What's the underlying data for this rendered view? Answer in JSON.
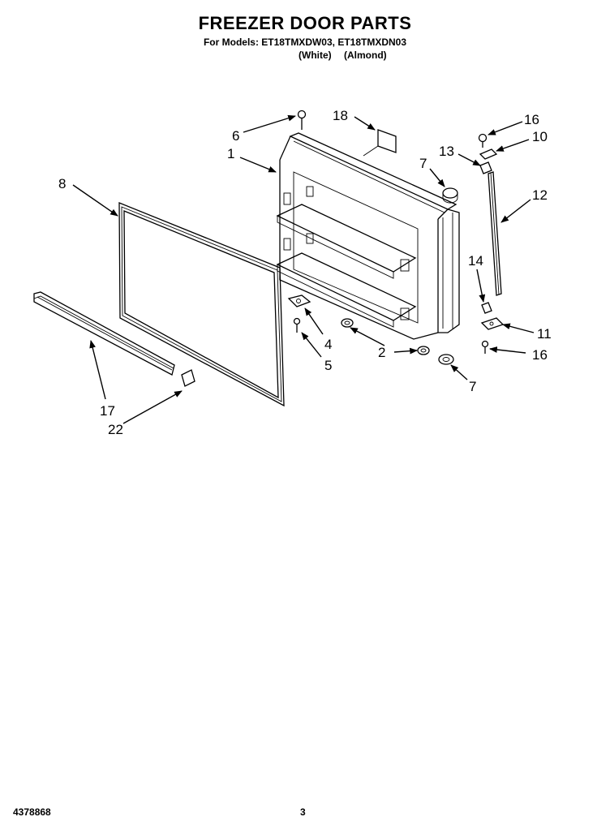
{
  "header": {
    "title": "FREEZER DOOR PARTS",
    "models_line": "For Models: ET18TMXDW03, ET18TMXDN03",
    "color_white": "(White)",
    "color_almond": "(Almond)"
  },
  "callouts": {
    "c1": "1",
    "c2": "2",
    "c4": "4",
    "c5": "5",
    "c6": "6",
    "c7a": "7",
    "c7b": "7",
    "c8": "8",
    "c10": "10",
    "c11": "11",
    "c12": "12",
    "c13": "13",
    "c14": "14",
    "c16a": "16",
    "c16b": "16",
    "c17": "17",
    "c18": "18",
    "c22": "22"
  },
  "footer": {
    "part_number": "4378868",
    "page_number": "3"
  }
}
